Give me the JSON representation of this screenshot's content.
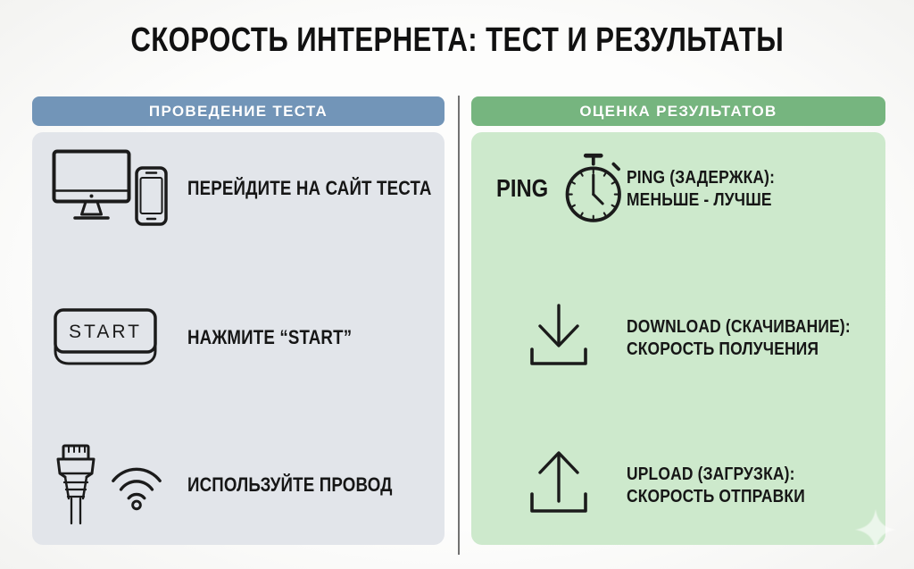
{
  "title": "СКОРОСТЬ ИНТЕРНЕТА: ТЕСТ И РЕЗУЛЬТАТЫ",
  "colors": {
    "page_bg": "#fbfbfa",
    "left_header_bg": "#7295b8",
    "left_panel_bg": "#e2e5ea",
    "right_header_bg": "#76b57f",
    "right_panel_bg": "#cde9cc",
    "header_text": "#ffffff",
    "body_text": "#161616",
    "icon_stroke": "#1b1b1b",
    "divider": "#4f4f4f"
  },
  "left_panel": {
    "header": "ПРОВЕДЕНИЕ ТЕСТА",
    "items": [
      {
        "icon": "devices-icon",
        "text": "ПЕРЕЙДИТЕ НА САЙТ ТЕСТА"
      },
      {
        "icon": "start-key-icon",
        "icon_label": "START",
        "text": "НАЖМИТЕ “START”"
      },
      {
        "icon": "ethernet-wifi-icon",
        "text": "ИСПОЛЬЗУЙТЕ ПРОВОД"
      }
    ]
  },
  "right_panel": {
    "header": "ОЦЕНКА РЕЗУЛЬТАТОВ",
    "items": [
      {
        "icon": "stopwatch-icon",
        "icon_label": "PING",
        "line1": "PING (ЗАДЕРЖКА):",
        "line2": "МЕНЬШЕ - ЛУЧШЕ"
      },
      {
        "icon": "download-icon",
        "line1": "DOWNLOAD (СКАЧИВАНИЕ):",
        "line2": "СКОРОСТЬ ПОЛУЧЕНИЯ"
      },
      {
        "icon": "upload-icon",
        "line1": "UPLOAD (ЗАГРУЗКА):",
        "line2": "СКОРОСТЬ ОТПРАВКИ"
      }
    ]
  }
}
